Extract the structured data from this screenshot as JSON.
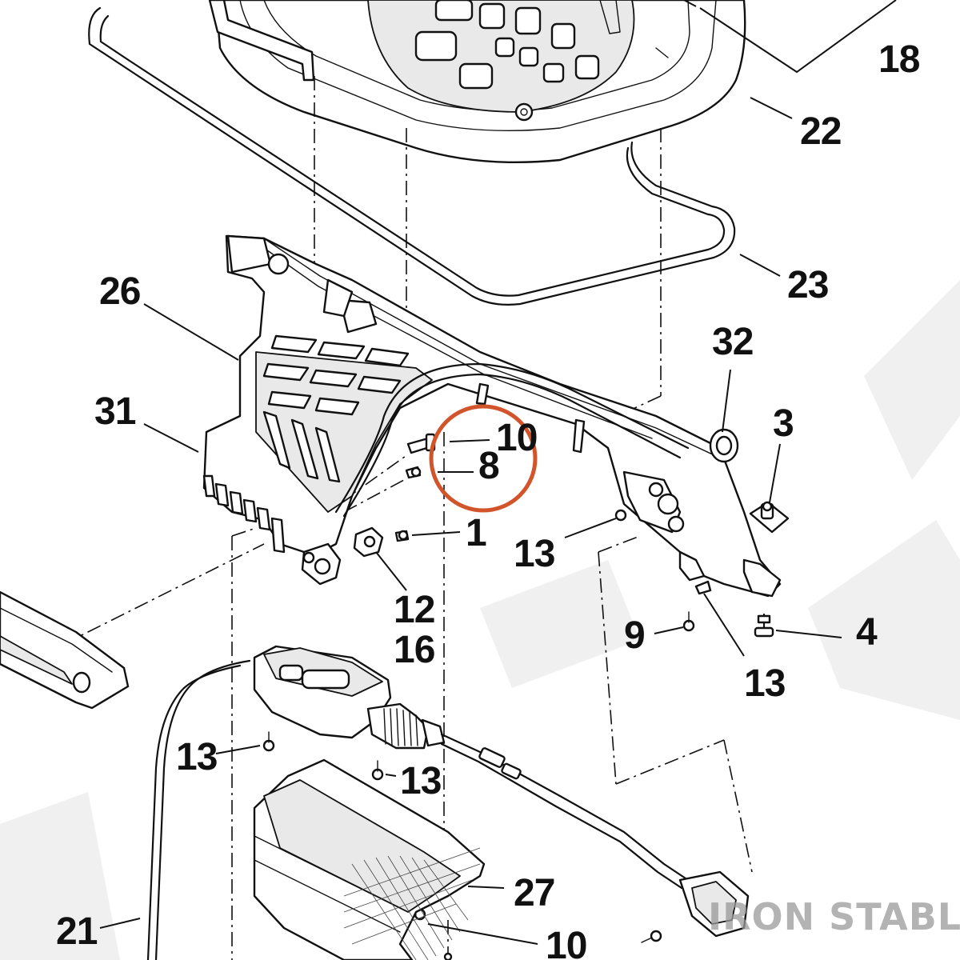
{
  "diagram": {
    "callouts": [
      "18",
      "22",
      "23",
      "26",
      "32",
      "31",
      "3",
      "10",
      "8",
      "1",
      "13",
      "12",
      "16",
      "9",
      "4",
      "13",
      "13",
      "13",
      "27",
      "21",
      "10"
    ],
    "highlight_ring_color": "#d2542a",
    "watermark": {
      "text": "IRON STABLE",
      "color": "#9a9a9a"
    }
  }
}
